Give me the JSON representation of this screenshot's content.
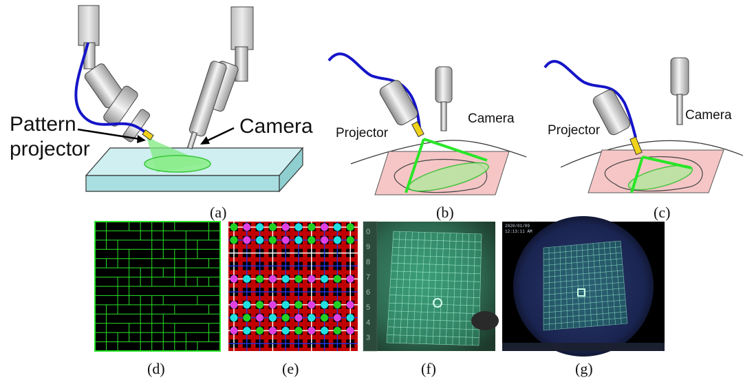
{
  "panel_a": {
    "label_projector_1": "Pattern",
    "label_projector_2": "projector",
    "label_camera": "Camera",
    "caption": "(a)"
  },
  "panel_b": {
    "label_projector": "Projector",
    "label_camera": "Camera",
    "caption": "(b)"
  },
  "panel_c": {
    "label_projector": "Projector",
    "label_camera": "Camera",
    "caption": "(c)"
  },
  "panel_d": {
    "caption": "(d)"
  },
  "panel_e": {
    "caption": "(e)"
  },
  "panel_f": {
    "caption": "(f)",
    "ruler_marks": [
      "0",
      "9",
      "8",
      "7",
      "6",
      "5",
      "4",
      "3"
    ]
  },
  "panel_g": {
    "caption": "(g)",
    "overlay_date": "2020/01/09",
    "overlay_time": "12:13:11 AM"
  },
  "colors": {
    "green_light": "#28e628",
    "cable_blue": "#1515c8",
    "tissue_pink": "#f6c6c6",
    "table_blue": "#cfeff0"
  }
}
